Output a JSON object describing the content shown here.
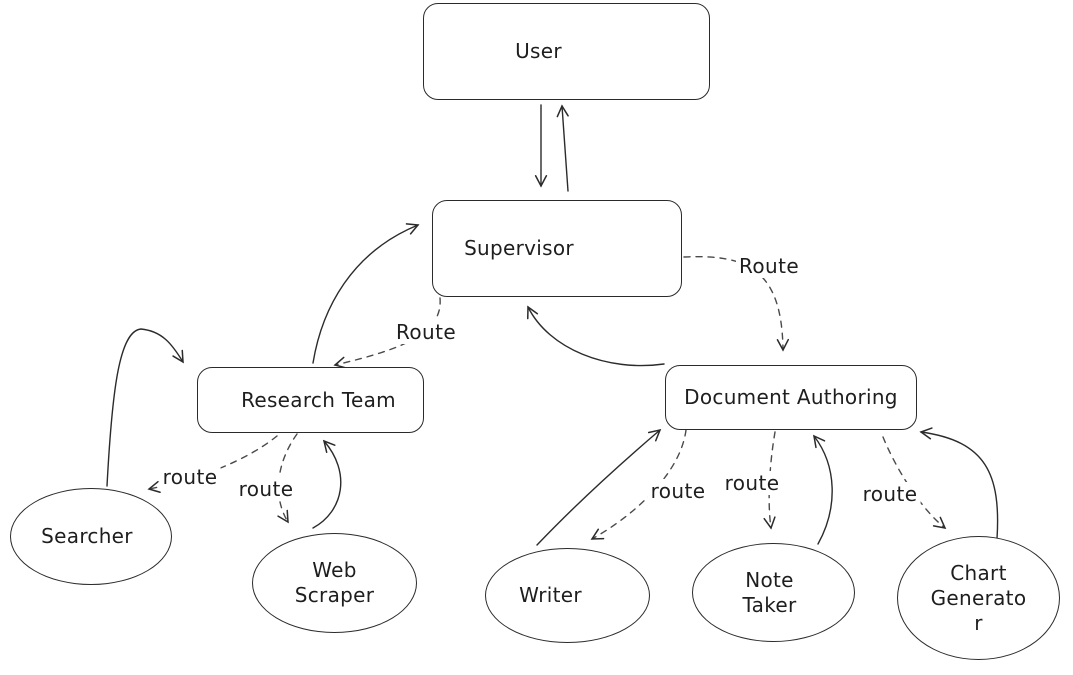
{
  "diagram": {
    "type": "flowchart",
    "style": "hand-drawn",
    "background": "#ffffff",
    "stroke_color": "#1e1e1e",
    "nodes": {
      "user": {
        "label": "User",
        "shape": "rectangle",
        "lines": [
          "User"
        ]
      },
      "supervisor": {
        "label": "Supervisor",
        "shape": "rectangle",
        "lines": [
          "Supervisor"
        ]
      },
      "research_team": {
        "label": "Research Team",
        "shape": "rectangle",
        "lines": [
          "Research Team"
        ]
      },
      "document_authoring": {
        "label": "Document Authoring",
        "shape": "rectangle",
        "lines": [
          "Document Authoring"
        ]
      },
      "searcher": {
        "label": "Searcher",
        "shape": "ellipse",
        "lines": [
          "Searcher"
        ]
      },
      "web_scraper": {
        "label": "Web Scraper",
        "shape": "ellipse",
        "lines": [
          "Web",
          "Scraper"
        ]
      },
      "writer": {
        "label": "Writer",
        "shape": "ellipse",
        "lines": [
          "Writer"
        ]
      },
      "note_taker": {
        "label": "Note Taker",
        "shape": "ellipse",
        "lines": [
          "Note",
          "Taker"
        ]
      },
      "chart_generator": {
        "label": "Chart Generator",
        "shape": "ellipse",
        "lines": [
          "Chart",
          "Generato",
          "r"
        ]
      }
    },
    "edges": [
      {
        "from": "user",
        "to": "supervisor",
        "style": "solid",
        "label": ""
      },
      {
        "from": "supervisor",
        "to": "user",
        "style": "solid",
        "label": ""
      },
      {
        "from": "supervisor",
        "to": "research_team",
        "style": "dashed",
        "label": "Route"
      },
      {
        "from": "research_team",
        "to": "supervisor",
        "style": "solid",
        "label": ""
      },
      {
        "from": "supervisor",
        "to": "document_authoring",
        "style": "dashed",
        "label": "Route"
      },
      {
        "from": "document_authoring",
        "to": "supervisor",
        "style": "solid",
        "label": ""
      },
      {
        "from": "research_team",
        "to": "searcher",
        "style": "dashed",
        "label": "route"
      },
      {
        "from": "searcher",
        "to": "research_team",
        "style": "solid",
        "label": ""
      },
      {
        "from": "research_team",
        "to": "web_scraper",
        "style": "dashed",
        "label": "route"
      },
      {
        "from": "web_scraper",
        "to": "research_team",
        "style": "solid",
        "label": ""
      },
      {
        "from": "document_authoring",
        "to": "writer",
        "style": "dashed",
        "label": "route"
      },
      {
        "from": "writer",
        "to": "document_authoring",
        "style": "solid",
        "label": ""
      },
      {
        "from": "document_authoring",
        "to": "note_taker",
        "style": "dashed",
        "label": "route"
      },
      {
        "from": "note_taker",
        "to": "document_authoring",
        "style": "solid",
        "label": ""
      },
      {
        "from": "document_authoring",
        "to": "chart_generator",
        "style": "dashed",
        "label": "route"
      },
      {
        "from": "chart_generator",
        "to": "document_authoring",
        "style": "solid",
        "label": ""
      }
    ]
  }
}
